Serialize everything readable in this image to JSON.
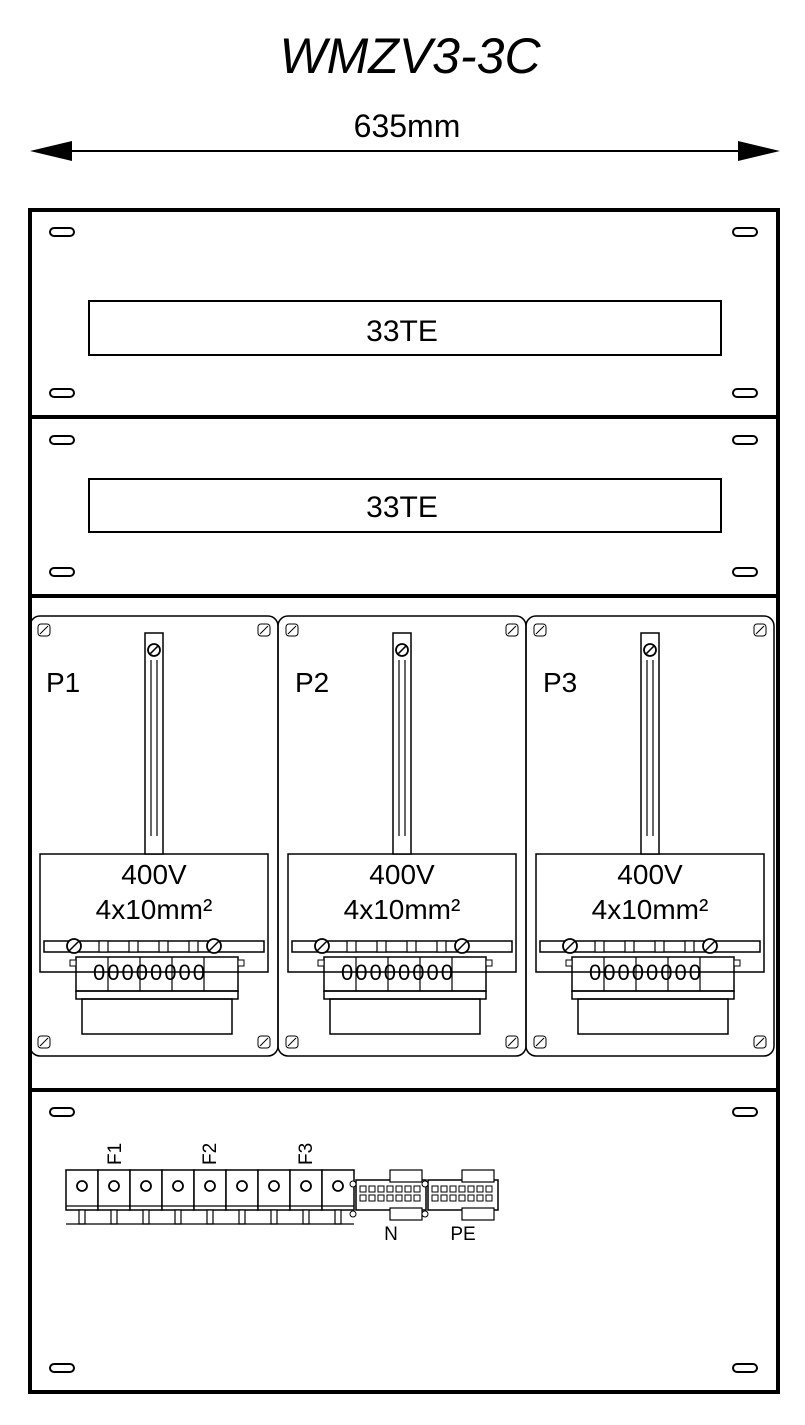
{
  "title": "WMZV3-3C",
  "dimension": {
    "width_label": "635mm"
  },
  "rails": [
    {
      "label": "33TE"
    },
    {
      "label": "33TE"
    }
  ],
  "meter_panels": [
    {
      "id": "P1",
      "voltage": "400V",
      "cable": "4x10mm²"
    },
    {
      "id": "P2",
      "voltage": "400V",
      "cable": "4x10mm²"
    },
    {
      "id": "P3",
      "voltage": "400V",
      "cable": "4x10mm²"
    }
  ],
  "terminal_codes": "00000000",
  "breakers": [
    {
      "label": "F1"
    },
    {
      "label": "F2"
    },
    {
      "label": "F3"
    }
  ],
  "terminals": [
    {
      "label": "N"
    },
    {
      "label": "PE"
    }
  ],
  "icons": [
    "arrow-left-icon",
    "arrow-right-icon",
    "slot-icon",
    "screw-icon"
  ]
}
